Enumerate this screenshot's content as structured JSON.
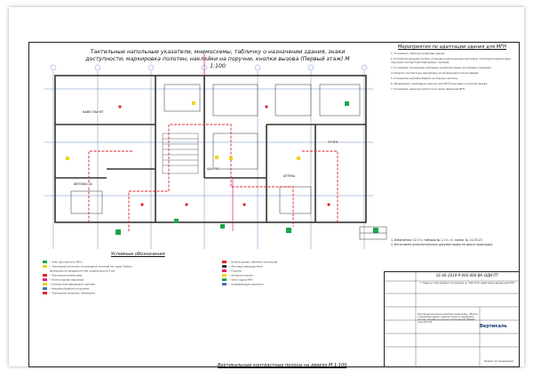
{
  "drawing": {
    "title": "Тактильные напольные указатели, мнемосхемы, табличку о назначении здания, знаки доступности, маркировка полотен, наклейки на поручни, кнопки вызова (Первый этаж) М 1:100",
    "notes_title": "Мероприятия по адаптации здания для МГН",
    "notes": [
      "1. Установить табличку на фасаде здания.",
      "2. Устройство входной группы: установка кнопки вызова персонала, тактильной мнемосхемы, поручней, контрастной маркировки ступеней.",
      "3. Установить тактильные напольные указатели перед лестницами и входами.",
      "4. Нанести контрастную маркировку на прозрачные полотна дверей.",
      "5. Установить наклейки Брайля на поручни лестниц.",
      "6. Оборудовать санитарную комнату для МГН поручнями и кнопкой вызова.",
      "7. Установить знаки доступности на путях движения МГН."
    ],
    "bottom_notes": [
      "1. Изменения: 12.3 п. таблица № 1.1 п. ст. нанек. № 11.25.23",
      "2. Изготовить исполнительную документацию по факту прокладки"
    ],
    "stamp": {
      "code": "01.06-2019-Р-000-000-ВК-ОДИ-ПТ",
      "sub": "г. Твери ул. Бассейная и Огородная, д. 3/20 К 02. Адаптация здания для МГН",
      "description": "Тактильные напольные указатели, мнемосхемы, табличку о назначении здания, знаки доступности, маркировка полотен, наклейки на поручни, кнопки вызова (Первый этаж) М 1:100",
      "logo": "Вертикаль",
      "logo_sub": "",
      "format": "Формат А3 (альбомный)"
    },
    "legend_title": "Условные обозначения",
    "legend_left": [
      "— Знак «Доступность МГН»",
      "— Тактильный указатель на проездной лестнице (по серии Гибель)",
      "  проезд высота предметов 4 мм, ширина высота 5 мм",
      "— Тактильная мнемосхема",
      "— Кнопка вызова персонала",
      "— Контрастная маркировка ступеней",
      "— Наклейки Брайля на поручнях",
      "— Тактильный указатель «Внимание»"
    ],
    "legend_right": [
      "— Кнопка вызова, табличка тактильная",
      "— Лестница эвакуационная",
      "— Поручни",
      "— Опорные поручни",
      "— Зона отдыха МГН",
      "— Направляющие указатели"
    ],
    "bottom_title": "Вертикальные контрастные полосы на дверях М 1:100",
    "plan_labels": [
      {
        "text": "КАФЕ ПЛАНЕТ",
        "id": "cafe"
      },
      {
        "text": "АВТОКАССЫ",
        "id": "autokassy"
      },
      {
        "text": "ШАУРМА",
        "id": "shaurma"
      },
      {
        "text": "АПТЕКА",
        "id": "apteka"
      },
      {
        "text": "ПРИЁМ",
        "id": "priem"
      }
    ],
    "colors": {
      "walls": "#333333",
      "accent_red": "#e0252b",
      "accent_green": "#1aa64a",
      "accent_yellow": "#f2d21a",
      "accent_magenta": "#e0207a",
      "grid_blue": "#4a6fb0"
    }
  }
}
